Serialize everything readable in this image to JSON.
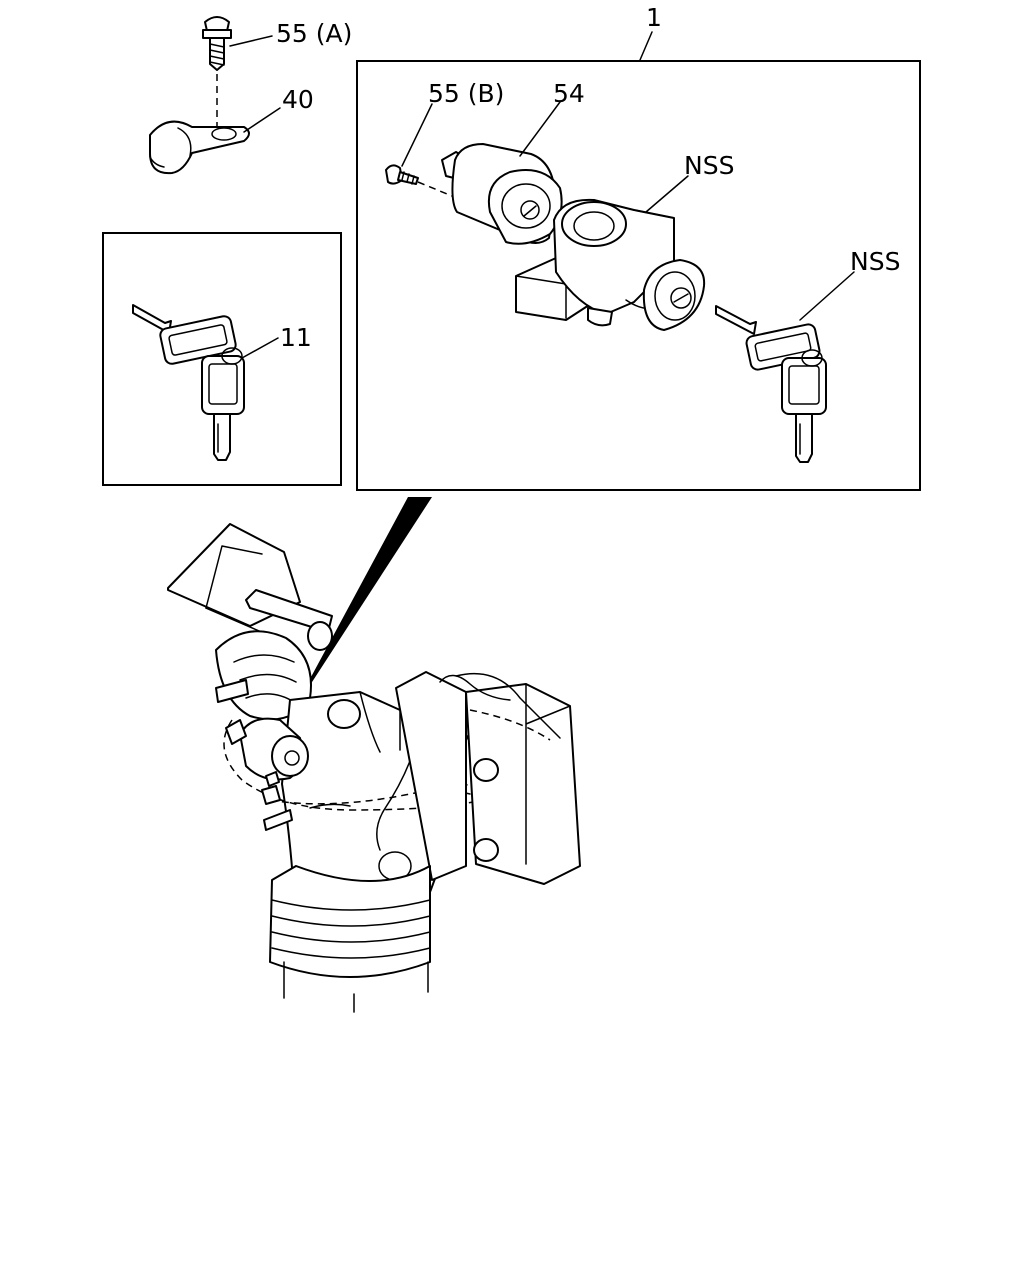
{
  "callouts": {
    "assembly": "1",
    "screw_a": "55 (A)",
    "clamp": "40",
    "key_set": "11",
    "screw_b": "55 (B)",
    "switch_body": "54",
    "nss_lock": "NSS",
    "nss_keys": "NSS"
  },
  "icons": [
    "screw-icon",
    "clamp-icon",
    "key-icon",
    "ignition-switch-icon",
    "steering-column-icon"
  ],
  "colors": {
    "line": "#000000",
    "background": "#ffffff"
  }
}
